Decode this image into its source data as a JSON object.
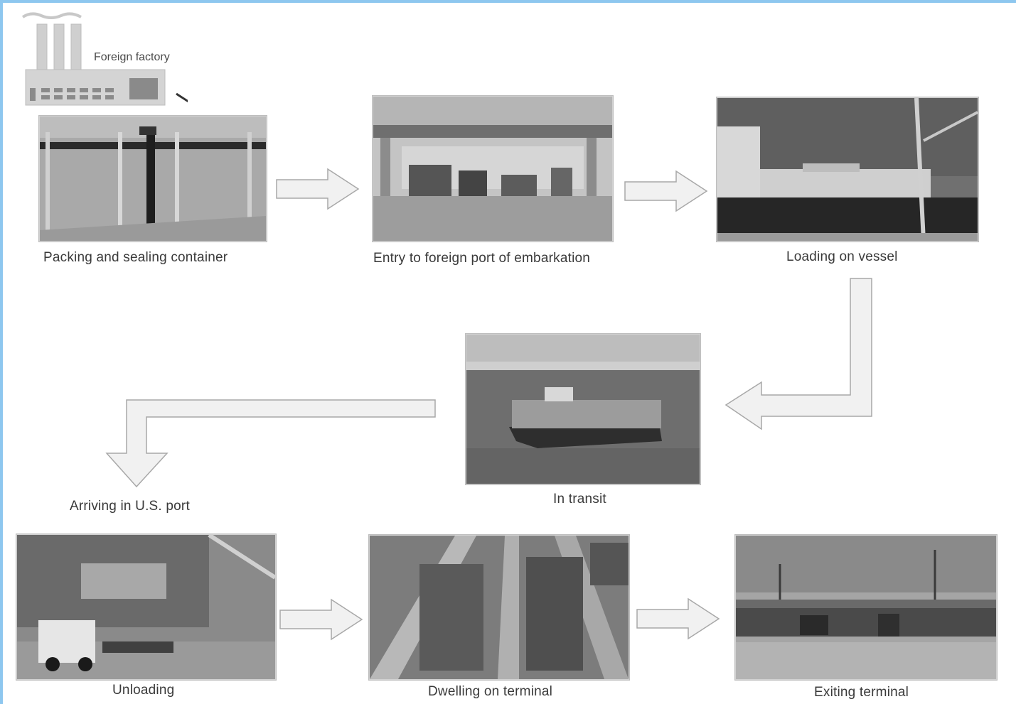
{
  "factory": {
    "label": "Foreign factory"
  },
  "steps": [
    {
      "id": "packing",
      "caption": "Packing and sealing container"
    },
    {
      "id": "entry",
      "caption": "Entry to foreign port of embarkation"
    },
    {
      "id": "loading",
      "caption": "Loading on vessel"
    },
    {
      "id": "transit",
      "caption": "In transit"
    },
    {
      "id": "arriving",
      "caption": "Arriving in U.S. port"
    },
    {
      "id": "unloading",
      "caption": "Unloading"
    },
    {
      "id": "dwelling",
      "caption": "Dwelling on terminal"
    },
    {
      "id": "exiting",
      "caption": "Exiting terminal"
    }
  ],
  "colors": {
    "frame_accent": "#8ec7ef",
    "arrow_fill": "#f1f1f1",
    "arrow_stroke": "#a8a8a8",
    "photo_base": "#8f8f8f"
  }
}
